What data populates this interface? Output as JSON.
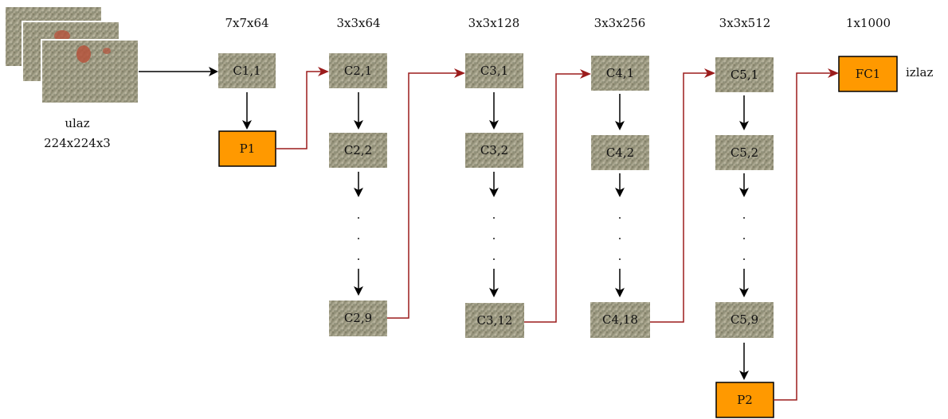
{
  "input": {
    "label_line1": "ulaz",
    "label_line2": "224x224x3"
  },
  "output_label": "izlaz",
  "columns": [
    {
      "header": "7x7x64",
      "top": "C1,1",
      "pool": "P1"
    },
    {
      "header": "3x3x64",
      "top": "C2,1",
      "second": "C2,2",
      "last": "C2,9"
    },
    {
      "header": "3x3x128",
      "top": "C3,1",
      "second": "C3,2",
      "last": "C3,12"
    },
    {
      "header": "3x3x256",
      "top": "C4,1",
      "second": "C4,2",
      "last": "C4,18"
    },
    {
      "header": "3x3x512",
      "top": "C5,1",
      "second": "C5,2",
      "last": "C5,9",
      "pool": "P2"
    },
    {
      "header": "1x1000",
      "fc": "FC1"
    }
  ],
  "ellipsis_dot": ".",
  "colors": {
    "pool_fill": "#ff9900",
    "flow_arrow": "#9b1c1c",
    "inner_arrow": "#000000",
    "conv_texture": "#9c9a7c"
  }
}
